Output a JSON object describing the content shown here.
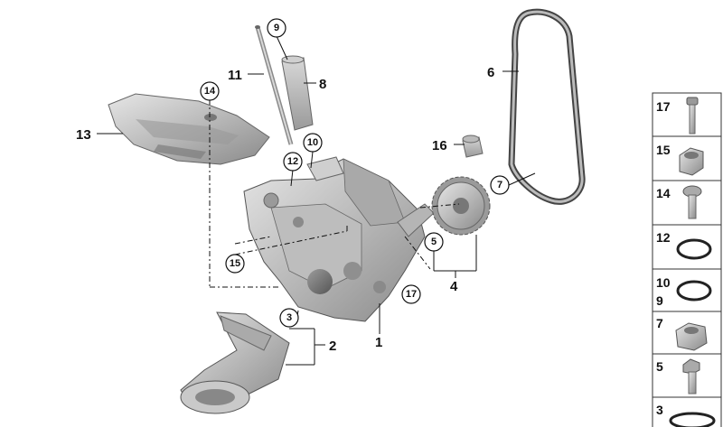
{
  "part_labels": {
    "p1": "1",
    "p2": "2",
    "p4": "4",
    "p6": "6",
    "p8": "8",
    "p11": "11",
    "p13": "13",
    "p16": "16"
  },
  "callouts": {
    "c3": "3",
    "c5": "5",
    "c7": "7",
    "c9": "9",
    "c10": "10",
    "c12": "12",
    "c14": "14",
    "c15": "15",
    "c17": "17"
  },
  "legend": {
    "row_17": "17",
    "row_15": "15",
    "row_14": "14",
    "row_12": "12",
    "row_10": "10",
    "row_9": "9",
    "row_7": "7",
    "row_5": "5",
    "row_3": "3"
  }
}
